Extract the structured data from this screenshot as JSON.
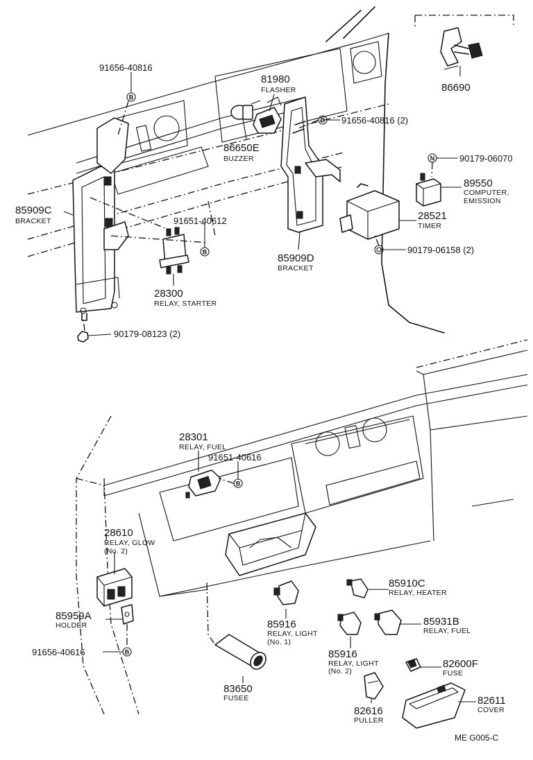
{
  "parts": {
    "p91656_40816_top": "91656-40816",
    "p81980_num": "81980",
    "p81980_desc": "FLASHER",
    "p86650e_num": "86650E",
    "p86650e_desc": "BUZZER",
    "p91656_40816_2": "91656-40816 (2)",
    "p86690": "86690",
    "p90179_06070": "90179-06070",
    "p89550_num": "89550",
    "p89550_desc1": "COMPUTER,",
    "p89550_desc2": "EMISSION",
    "p85909c_num": "85909C",
    "p85909c_desc": "BRACKET",
    "p91651_40612": "91651-40612",
    "p28521_num": "28521",
    "p28521_desc": "TIMER",
    "p90179_06158": "90179-06158 (2)",
    "p85909d_num": "85909D",
    "p85909d_desc": "BRACKET",
    "p28300_num": "28300",
    "p28300_desc": "RELAY, STARTER",
    "p90179_08123": "90179-08123 (2)",
    "p28301_num": "28301",
    "p28301_desc": "RELAY, FUEL",
    "p91651_40616": "91651-40616",
    "p28610_num": "28610",
    "p28610_desc1": "RELAY, GLOW",
    "p28610_desc2": "(No. 2)",
    "p85910c_num": "85910C",
    "p85910c_desc": "RELAY, HEATER",
    "p85959a_num": "85959A",
    "p85959a_desc": "HOLDER",
    "p85916_1_num": "85916",
    "p85916_1_desc1": "RELAY, LIGHT",
    "p85916_1_desc2": "(No. 1)",
    "p85931b_num": "85931B",
    "p85931b_desc": "RELAY, FUEL",
    "p91656_40616": "91656-40616",
    "p85916_2_num": "85916",
    "p85916_2_desc1": "RELAY, LIGHT",
    "p85916_2_desc2": "(No. 2)",
    "p82600f_num": "82600F",
    "p82600f_desc": "FUSE",
    "p83650_num": "83650",
    "p83650_desc": "FUSEE",
    "p82616_num": "82616",
    "p82616_desc": "PULLER",
    "p82611_num": "82611",
    "p82611_desc": "COVER"
  },
  "markers": {
    "bolt_b": "B",
    "nut_n": "N"
  },
  "figure_code": "ME  G005-C"
}
